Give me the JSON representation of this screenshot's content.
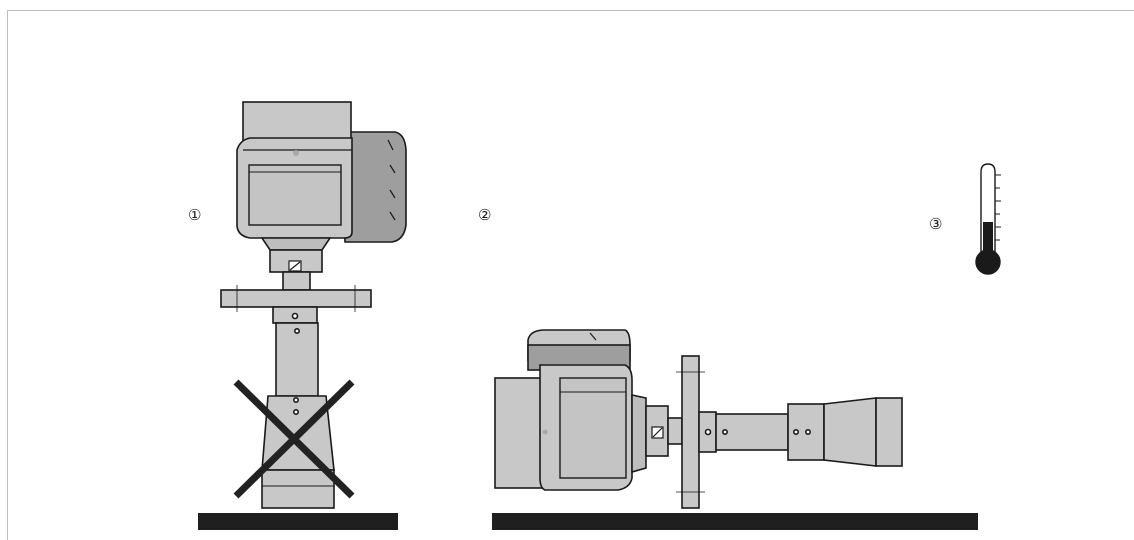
{
  "markers": {
    "vertical": "①",
    "horizontal": "②",
    "temperature": "③"
  },
  "colors": {
    "housing": "#c8c8c8",
    "housing_dark": "#9a9a9a",
    "outline": "#1a1a1a",
    "ground": "#1f1f1f",
    "cross": "#222222"
  }
}
